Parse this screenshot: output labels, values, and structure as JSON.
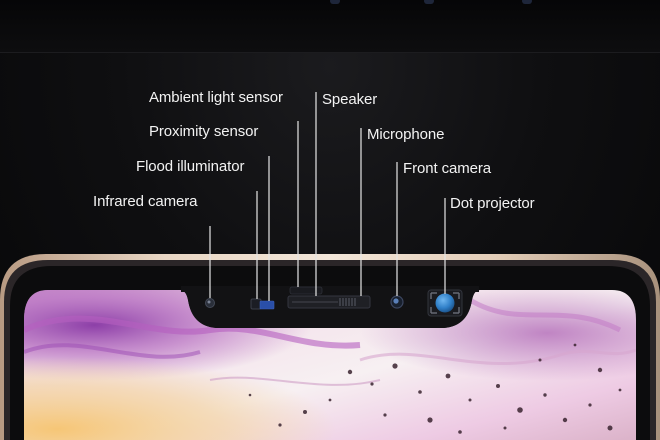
{
  "callouts": [
    {
      "key": "ambient",
      "label": "Ambient light sensor"
    },
    {
      "key": "speaker",
      "label": "Speaker"
    },
    {
      "key": "proximity",
      "label": "Proximity sensor"
    },
    {
      "key": "microphone",
      "label": "Microphone"
    },
    {
      "key": "flood",
      "label": "Flood illuminator"
    },
    {
      "key": "front",
      "label": "Front camera"
    },
    {
      "key": "infrared",
      "label": "Infrared camera"
    },
    {
      "key": "dot",
      "label": "Dot projector"
    }
  ],
  "colors": {
    "background": "#0b0b0c",
    "label_text": "#f3f3f3",
    "leader_line": "#e6e6e6",
    "phone_frame_gold": "#d9c2a8",
    "notch": "#121214",
    "dot_projector_lens": "#3a8fd6"
  }
}
